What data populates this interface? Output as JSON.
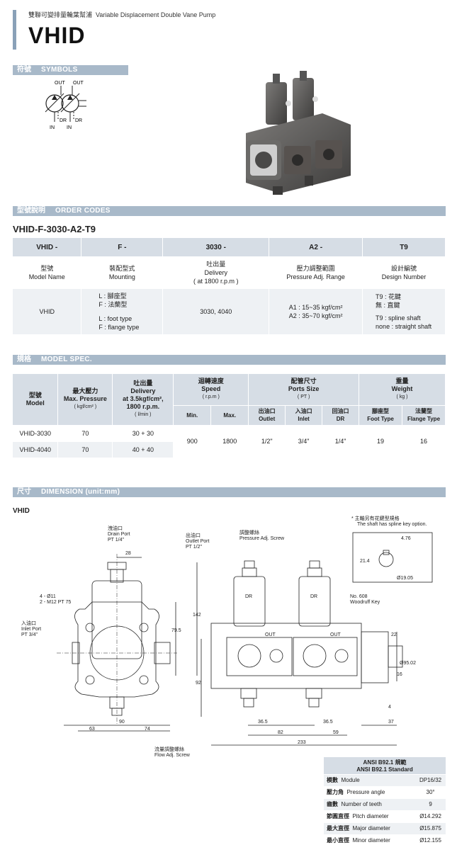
{
  "header": {
    "subtitle_zh": "雙聯可變排量輪葉幫浦",
    "subtitle_en": "Variable Displacement Double Vane Pump",
    "title": "VHID"
  },
  "sections": {
    "symbols": {
      "zh": "符號",
      "en": "SYMBOLS"
    },
    "order": {
      "zh": "型號說明",
      "en": "ORDER CODES"
    },
    "spec": {
      "zh": "規格",
      "en": "MODEL SPEC."
    },
    "dim": {
      "zh": "尺寸",
      "en": "DIMENSION (unit:mm)"
    }
  },
  "symbol_labels": {
    "out1": "OUT",
    "out2": "OUT",
    "in1": "IN",
    "in2": "IN",
    "dr1": "DR",
    "dr2": "DR"
  },
  "order_code": "VHID-F-3030-A2-T9",
  "order_table": {
    "headers": [
      "VHID -",
      "F -",
      "3030 -",
      "A2 -",
      "T9"
    ],
    "desc": [
      {
        "zh": "型號",
        "en": "Model Name"
      },
      {
        "zh": "裝配型式",
        "en": "Mounting"
      },
      {
        "zh": "吐出量",
        "en": "Delivery",
        "note": "( at 1800 r.p.m )"
      },
      {
        "zh": "壓力調整範圍",
        "en": "Pressure Adj. Range"
      },
      {
        "zh": "設計編號",
        "en": "Design Number"
      }
    ],
    "values": {
      "model": "VHID",
      "mount_zh1": "L : 腳座型",
      "mount_zh2": "F : 法蘭型",
      "mount_en1": "L : foot type",
      "mount_en2": "F : flange type",
      "delivery": "3030, 4040",
      "range1": "A1 : 15~35 kgf/cm²",
      "range2": "A2 : 35~70 kgf/cm²",
      "design_zh1": "T9 : 花鍵",
      "design_zh2": "無 : 直鍵",
      "design_en1": "T9 : spline shaft",
      "design_en2": "none : straight shaft"
    }
  },
  "spec_table": {
    "h_model_zh": "型號",
    "h_model_en": "Model",
    "h_press_zh": "最大壓力",
    "h_press_en": "Max. Pressure",
    "h_press_u": "( kgf/cm² )",
    "h_deliv_zh": "吐出量",
    "h_deliv_en": "Delivery",
    "h_deliv_l2": "at 3.5kgf/cm²,",
    "h_deliv_l3": "1800 r.p.m.",
    "h_deliv_u": "( l/min )",
    "h_speed_zh": "迴轉速度",
    "h_speed_en": "Speed",
    "h_speed_u": "( r.p.m )",
    "h_ports_zh": "配管尺寸",
    "h_ports_en": "Ports Size",
    "h_ports_u": "( PT )",
    "h_weight_zh": "重量",
    "h_weight_en": "Weight",
    "h_weight_u": "( kg )",
    "h_min": "Min.",
    "h_max": "Max.",
    "h_outlet_zh": "出油口",
    "h_outlet_en": "Outlet",
    "h_inlet_zh": "入油口",
    "h_inlet_en": "Inlet",
    "h_dr_zh": "回油口",
    "h_dr_en": "DR",
    "h_foot_zh": "腳座型",
    "h_foot_en": "Foot Type",
    "h_flange_zh": "法蘭型",
    "h_flange_en": "Flange Type",
    "rows": [
      {
        "model": "VHID-3030",
        "press": "70",
        "delivery": "30 + 30"
      },
      {
        "model": "VHID-4040",
        "press": "70",
        "delivery": "40 + 40"
      }
    ],
    "shared": {
      "min": "900",
      "max": "1800",
      "outlet": "1/2\"",
      "inlet": "3/4\"",
      "dr": "1/4\"",
      "foot": "19",
      "flange": "16"
    }
  },
  "dimension": {
    "label": "VHID",
    "drain_zh": "洩油口",
    "drain_en": "Drain Port",
    "drain_pt": "PT 1/4\"",
    "outlet_zh": "出油口",
    "outlet_en": "Outlet Port",
    "outlet_pt": "PT 1/2\"",
    "padj_zh": "調整螺絲",
    "padj_en": "Pressure Adj. Screw",
    "holes1": "4 - Ø11",
    "holes2": "2 - M12 PT 75",
    "inlet_zh": "入油口",
    "inlet_en": "Inlet Port",
    "inlet_pt": "PT 3/4\"",
    "flow_zh": "流量調整螺絲",
    "flow_en": "Flow Adj. Screw",
    "key1": "No. 608",
    "key2": "Woodruff Key",
    "spline_zh": "* 主軸另有花鍵型規格",
    "spline_en": "The shaft has spline key option.",
    "dims": {
      "d28": "28",
      "d142": "142",
      "d795": "79.5",
      "d92": "92",
      "d90": "90",
      "d63": "63",
      "d74": "74",
      "d365a": "36.5",
      "d365b": "36.5",
      "d82": "82",
      "d59": "59",
      "d233": "233",
      "d22": "22",
      "d16": "16",
      "d4": "4",
      "d37": "37",
      "phi95": "Ø95.02",
      "d476": "4.76",
      "d214": "21.4",
      "phi1905": "Ø19.05",
      "dr": "DR",
      "out": "OUT"
    }
  },
  "ansi": {
    "title_zh": "ANSI B92.1 規範",
    "title_en": "ANSI B92.1 Standard",
    "rows": [
      {
        "zh": "模數",
        "en": "Module",
        "val": "DP16/32"
      },
      {
        "zh": "壓力角",
        "en": "Pressure angle",
        "val": "30°"
      },
      {
        "zh": "齒數",
        "en": "Number of teeth",
        "val": "9"
      },
      {
        "zh": "節圓直徑",
        "en": "Pitch diameter",
        "val": "Ø14.292"
      },
      {
        "zh": "最大直徑",
        "en": "Major diameter",
        "val": "Ø15.875"
      },
      {
        "zh": "最小直徑",
        "en": "Minor diameter",
        "val": "Ø12.155"
      }
    ]
  }
}
